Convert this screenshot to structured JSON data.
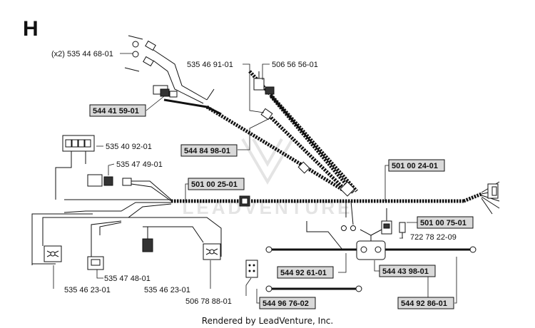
{
  "section_letter": "H",
  "footer": "Rendered by LeadVenture, Inc.",
  "watermark": "LEADVENTURE",
  "labels": {
    "p1": "(x2) 535 44 68-01",
    "p2": "535 46 91-01",
    "p3": "506 56 56-01",
    "p4": "544 41 59-01",
    "p5": "544 84 98-01",
    "p6": "535 40 92-01",
    "p7": "535 47 49-01",
    "p8": "501 00 25-01",
    "p9": "501 00 24-01",
    "p10": "501 00 75-01",
    "p11": "722 78 22-09",
    "p12": "544 92 61-01",
    "p13": "544 43 98-01",
    "p14": "535 47 48-01",
    "p15": "535 46 23-01",
    "p16": "535 46 23-01",
    "p17": "506 78 88-01",
    "p18": "544 96 76-02",
    "p19": "544 92 86-01"
  },
  "colors": {
    "line": "#111111",
    "callout_fill": "#d9d9d9",
    "watermark": "#e6e6e6"
  }
}
